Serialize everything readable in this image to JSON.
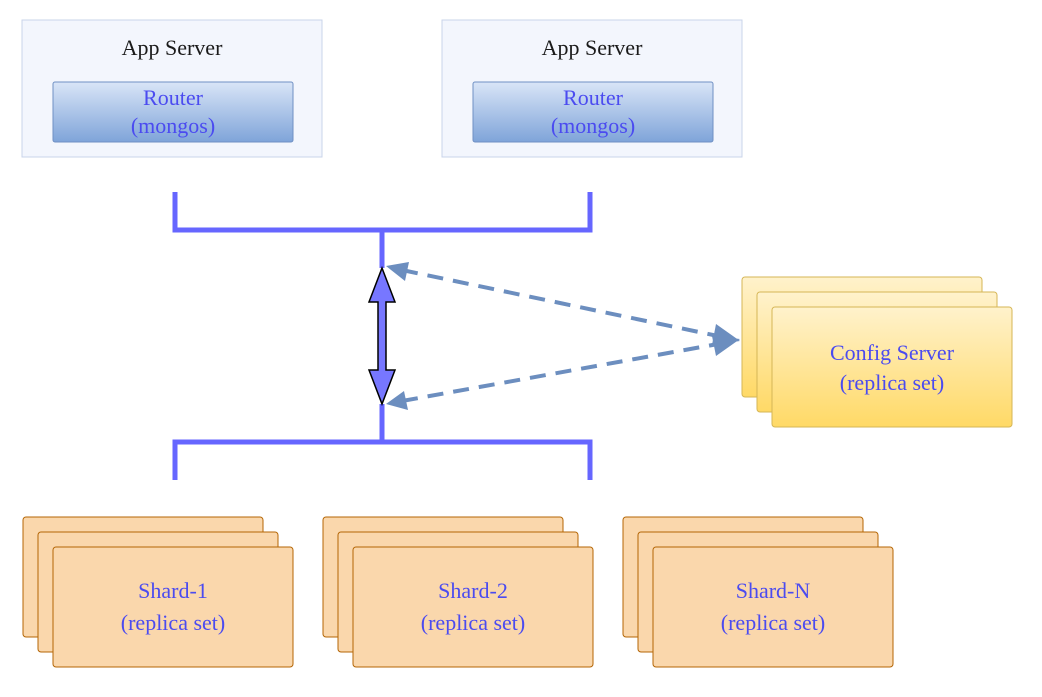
{
  "colors": {
    "app_server_fill": "#f3f6fd",
    "app_server_border": "#c9d4ea",
    "router_fill_top": "#d9e5f7",
    "router_fill_bottom": "#7fa4d9",
    "router_border": "#6f90c4",
    "bus_line": "#6666ff",
    "arrow_fill": "#7777ff",
    "dashed_arrow": "#6c8ebf",
    "config_fill_top": "#fff2cc",
    "config_fill_bottom": "#ffd966",
    "config_border": "#d6b656",
    "shard_fill": "#fad7ac",
    "shard_border": "#b46504",
    "label_blue": "#4b4bf0",
    "label_dark": "#1a1a1a"
  },
  "app_servers": [
    {
      "title": "App Server",
      "router_line1": "Router",
      "router_line2": "(mongos)"
    },
    {
      "title": "App Server",
      "router_line1": "Router",
      "router_line2": "(mongos)"
    }
  ],
  "config_server": {
    "line1": "Config Server",
    "line2": "(replica set)"
  },
  "shards": [
    {
      "line1": "Shard-1",
      "line2": "(replica set)"
    },
    {
      "line1": "Shard-2",
      "line2": "(replica set)"
    },
    {
      "line1": "Shard-N",
      "line2": "(replica set)"
    }
  ]
}
